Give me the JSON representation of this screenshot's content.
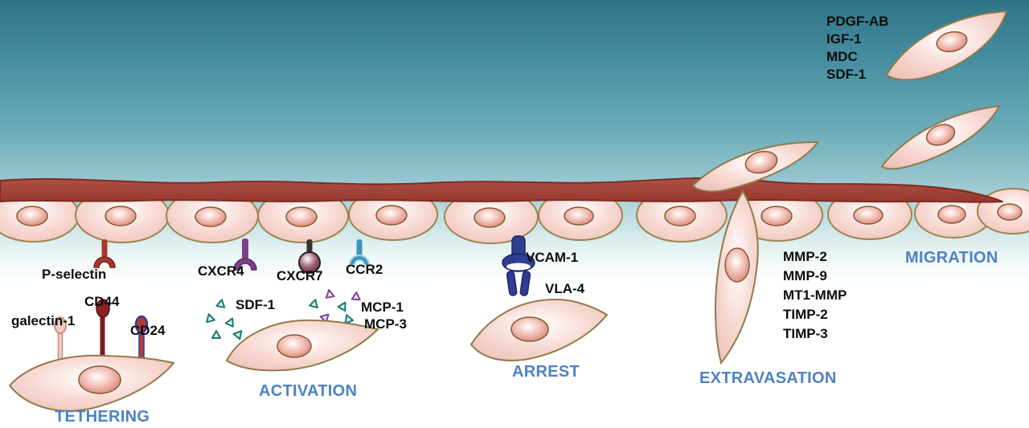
{
  "stages": {
    "tethering": "TETHERING",
    "activation": "ACTIVATION",
    "arrest": "ARREST",
    "extravasation": "EXTRAVASATION",
    "migration": "MIGRATION"
  },
  "molecules": {
    "p_selectin": "P-selectin",
    "galectin_1": "galectin-1",
    "cd44": "CD44",
    "cd24": "CD24",
    "cxcr4": "CXCR4",
    "cxcr7": "CXCR7",
    "ccr2": "CCR2",
    "sdf1": "SDF-1",
    "mcp1": "MCP-1",
    "mcp3": "MCP-3",
    "vcam1": "VCAM-1",
    "vla4": "VLA-4"
  },
  "extravasation_molecules": [
    "MMP-2",
    "MMP-9",
    "MT1-MMP",
    "TIMP-2",
    "TIMP-3"
  ],
  "migration_molecules": [
    "PDGF-AB",
    "IGF-1",
    "MDC",
    "SDF-1"
  ],
  "colors": {
    "stage_label": "#4d82c3",
    "molecule_label": "#0d0d0d",
    "endothelium_band": "#a6473a",
    "cell_fill": "#f6d5cd",
    "cell_outline": "#8f7b4a",
    "nucleus_fill": "#e09c8e",
    "background_top_teal": "#2f7487",
    "vcam_navy": "#2e3f93",
    "cxcr4_purple": "#7d4089",
    "ccr2_blue": "#3f93bb",
    "p_selectin_red": "#a8382f"
  }
}
